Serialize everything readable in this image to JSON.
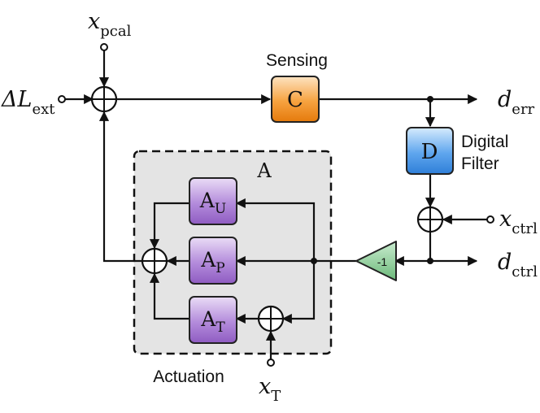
{
  "blocks": {
    "sensing": {
      "symbol": "C",
      "caption": "Sensing"
    },
    "filter": {
      "symbol": "D",
      "caption_line1": "Digital",
      "caption_line2": "Filter"
    },
    "actuation": {
      "symbol": "A",
      "caption": "Actuation"
    },
    "a_u": {
      "base": "A",
      "sub": "U"
    },
    "a_p": {
      "base": "A",
      "sub": "P"
    },
    "a_t": {
      "base": "A",
      "sub": "T"
    },
    "gain": {
      "label": "-1"
    }
  },
  "signals": {
    "delta_l": {
      "base": "ΔL",
      "sub": "ext"
    },
    "x_pcal": {
      "base": "x",
      "sub": "pcal"
    },
    "d_err": {
      "base": "d",
      "sub": "err"
    },
    "x_ctrl": {
      "base": "x",
      "sub": "ctrl"
    },
    "d_ctrl": {
      "base": "d",
      "sub": "ctrl"
    },
    "x_t": {
      "base": "x",
      "sub": "T"
    }
  },
  "colors": {
    "sensing_block": "#f08a17",
    "filter_block": "#3f8fe0",
    "actuator_block": "#9b6cc9",
    "gain_triangle": "#7ec28a",
    "actuation_panel": "#e4e4e4"
  }
}
